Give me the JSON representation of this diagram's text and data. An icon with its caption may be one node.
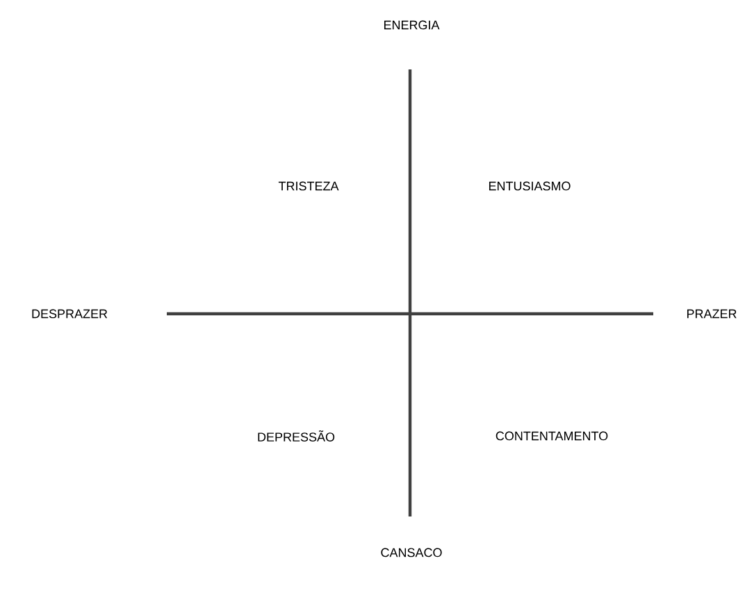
{
  "diagram": {
    "labels": [
      "ENERGIA",
      "TRISTEZA",
      "ENTUSIASMO",
      "DESPRAZER",
      "PRAZER",
      "DEPRESSÃO",
      "CONTENTAMENTO",
      "CANSACO"
    ]
  }
}
